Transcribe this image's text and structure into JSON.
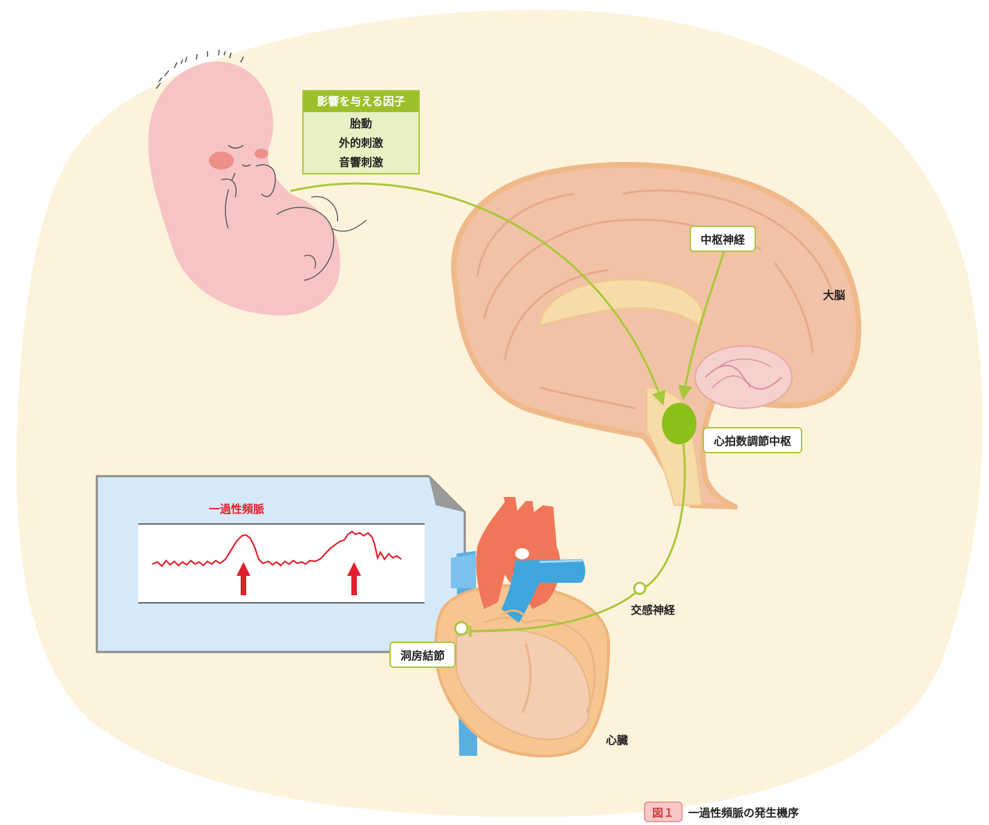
{
  "factor_box": {
    "header": "影響を与える因子",
    "items": [
      "胎動",
      "外的刺激",
      "音響刺激"
    ]
  },
  "labels": {
    "central_nerve": "中枢神経",
    "cerebrum": "大脳",
    "hr_center": "心拍数調節中枢",
    "sympathetic": "交感神経",
    "sa_node": "洞房結節",
    "heart": "心臓"
  },
  "ecg_panel": {
    "title": "一過性頻脈"
  },
  "caption": {
    "badge": "図１",
    "title": "一過性頻脈の発生機序"
  },
  "colors": {
    "background_blob": "#fdf3dc",
    "nerve_green": "#a8c83a",
    "brain": "#f2c2a6",
    "fetus": "#f6c4c4",
    "ecg_red": "#e0202a",
    "panel_blue": "#d6e9f8"
  }
}
